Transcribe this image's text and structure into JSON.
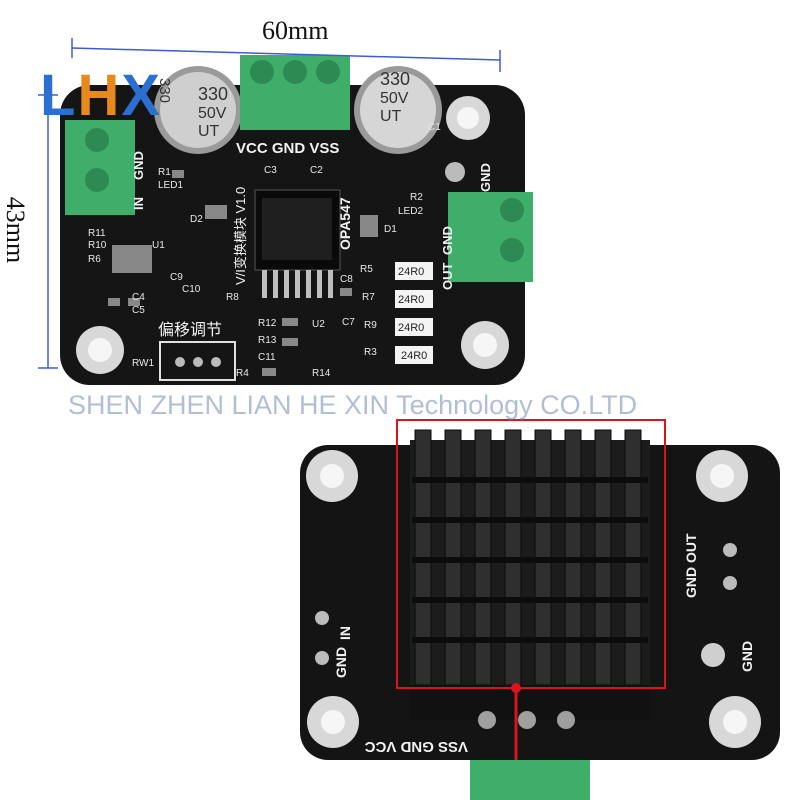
{
  "logo": {
    "l": "L",
    "h": "H",
    "x": "X"
  },
  "dimensions": {
    "width": "60mm",
    "height": "43mm"
  },
  "watermark": "SHEN ZHEN LIAN HE XIN Technology CO.LTD",
  "top_board": {
    "capacitor_left": [
      "330",
      "50V",
      "UT"
    ],
    "capacitor_right": [
      "330",
      "50V",
      "UT"
    ],
    "power_labels": "VCC GND VSS",
    "chip_name": "OPA547",
    "module_title": "V/I变换模块  V1.0",
    "offset_label": "偏移调节",
    "in_label": "IN",
    "gnd_left": "GND",
    "gnd_right": "GND",
    "out_label": "OUT",
    "out_gnd": "GND",
    "resistor_value": "24R0",
    "designators": [
      "R11",
      "R10",
      "R6",
      "U1",
      "C4",
      "C5",
      "R1",
      "LED1",
      "D2",
      "C3",
      "C2",
      "C9",
      "C10",
      "R8",
      "R5",
      "R7",
      "C8",
      "C7",
      "R9",
      "R3",
      "R12",
      "R13",
      "C11",
      "R4",
      "U2",
      "R14",
      "RW1",
      "D1",
      "LED2",
      "R2",
      "C1"
    ]
  },
  "bottom_board": {
    "in_label": "IN",
    "gnd_left": "GND",
    "gnd_out": "GND OUT",
    "gnd_right": "GND",
    "power_labels": "VSS GND VCC"
  },
  "colors": {
    "pcb": "#151515",
    "terminal": "#3fae6a",
    "silkscreen": "#f2f2f2",
    "highlight": "#d9141c",
    "dimension_line": "#3d5bd6"
  }
}
